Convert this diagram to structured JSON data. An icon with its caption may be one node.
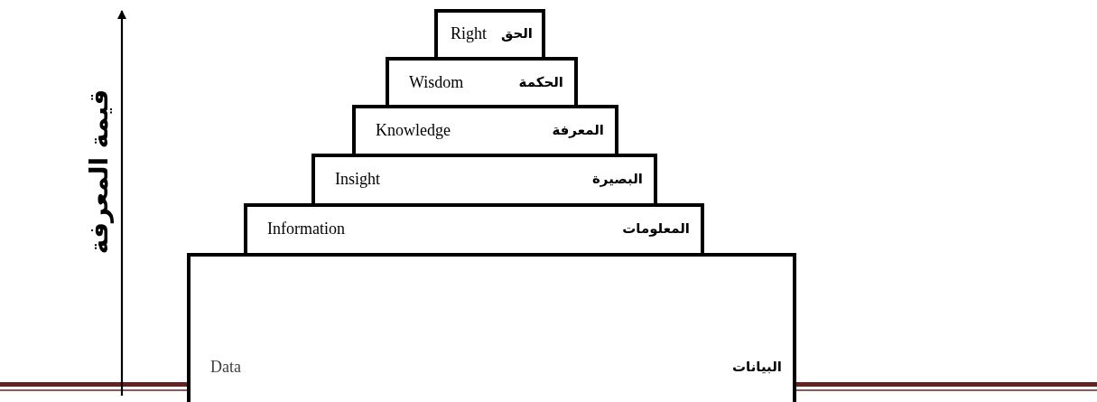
{
  "diagram": {
    "nodes": [
      {
        "text": [
          "الحق",
          "Right"
        ]
      },
      {
        "text": [
          "الحكمة",
          "Wisdom"
        ]
      },
      {
        "text": [
          "المعرفة",
          "Knowledge"
        ]
      },
      {
        "text": [
          "البصيرة",
          "Insight"
        ]
      },
      {
        "text": [
          "المعلومات",
          "Information"
        ]
      },
      {
        "text": [
          "البيانات",
          "Data"
        ]
      }
    ],
    "labels": [
      "قيمة المعرفة"
    ]
  }
}
